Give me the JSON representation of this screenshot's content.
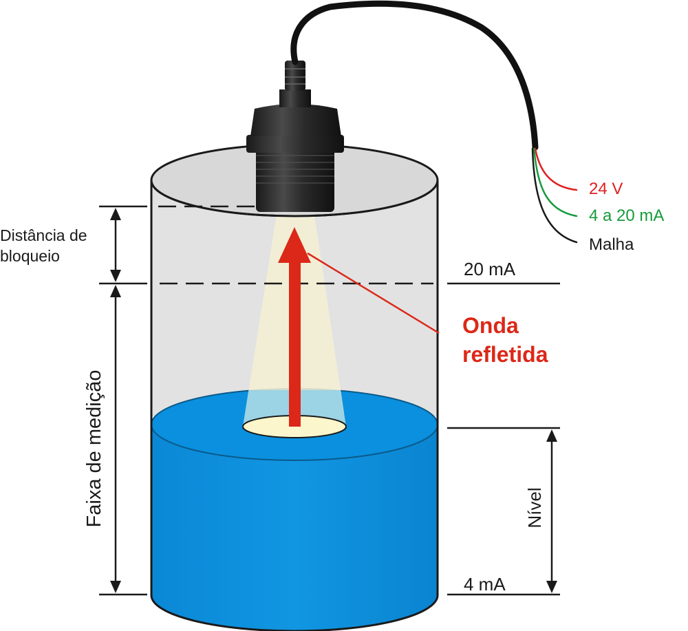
{
  "labels": {
    "blocking_distance_line1": "Distância de",
    "blocking_distance_line2": "bloqueio",
    "measurement_range": "Faixa de medição",
    "level": "Nível",
    "top_current": "20 mA",
    "bottom_current": "4 mA",
    "reflected_wave_line1": "Onda",
    "reflected_wave_line2": "refletida"
  },
  "wires": [
    {
      "label": "24 V",
      "color": "#e02020"
    },
    {
      "label": "4 a 20 mA",
      "color": "#169a3c"
    },
    {
      "label": "Malha",
      "color": "#1a1a1a"
    }
  ],
  "colors": {
    "liquid": "#0a8fdc",
    "tank_interior": "#e2e2e2",
    "beam": "#f4f0d2",
    "arrow": "#dc2818",
    "sensor": "#2b2b2b"
  }
}
